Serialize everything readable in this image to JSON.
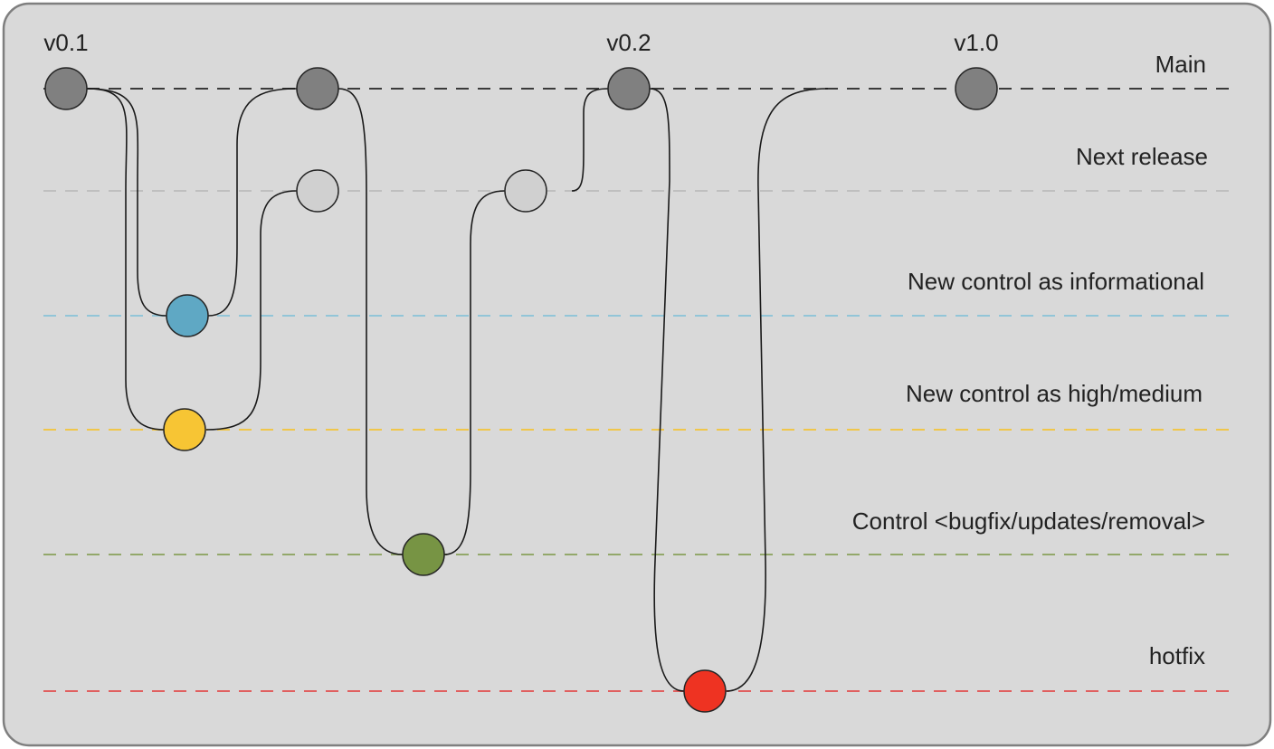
{
  "colors": {
    "background": "#d9d9d9",
    "border": "#7f7f7f",
    "connector": "#1a1a1a"
  },
  "lanes": [
    {
      "id": "main",
      "label": "Main",
      "line_color": "#3a3a3a",
      "node_color": "#808080"
    },
    {
      "id": "next",
      "label": "Next release",
      "line_color": "#bfbfbf",
      "node_color": "#d0d0d0"
    },
    {
      "id": "info",
      "label": "New control as informational",
      "line_color": "#92c5d8",
      "node_color": "#5fa8c4"
    },
    {
      "id": "high",
      "label": "New control as high/medium",
      "line_color": "#f0c64a",
      "node_color": "#f7c534"
    },
    {
      "id": "bugfix",
      "label": "Control <bugfix/updates/removal>",
      "line_color": "#93a86a",
      "node_color": "#779444"
    },
    {
      "id": "hotfix",
      "label": "hotfix",
      "line_color": "#e06060",
      "node_color": "#ee3322"
    }
  ],
  "tags": [
    {
      "label": "v0.1",
      "commit": "m1"
    },
    {
      "label": "v0.2",
      "commit": "m3"
    },
    {
      "label": "v1.0",
      "commit": "m4"
    }
  ],
  "commits": [
    {
      "id": "m1",
      "lane": "main"
    },
    {
      "id": "i1",
      "lane": "info"
    },
    {
      "id": "h1",
      "lane": "high"
    },
    {
      "id": "m2",
      "lane": "main"
    },
    {
      "id": "n1",
      "lane": "next"
    },
    {
      "id": "b1",
      "lane": "bugfix"
    },
    {
      "id": "n2",
      "lane": "next"
    },
    {
      "id": "m3",
      "lane": "main"
    },
    {
      "id": "x1",
      "lane": "hotfix"
    },
    {
      "id": "m4",
      "lane": "main"
    }
  ],
  "connections": [
    {
      "from": "m1",
      "to": "i1"
    },
    {
      "from": "m1",
      "to": "h1"
    },
    {
      "from": "i1",
      "to": "m2"
    },
    {
      "from": "h1",
      "to": "n1"
    },
    {
      "from": "m2",
      "to": "b1"
    },
    {
      "from": "b1",
      "to": "n2"
    },
    {
      "from": "n2",
      "to": "m3"
    },
    {
      "from": "m3",
      "to": "x1"
    },
    {
      "from": "x1",
      "to": "m4"
    }
  ]
}
